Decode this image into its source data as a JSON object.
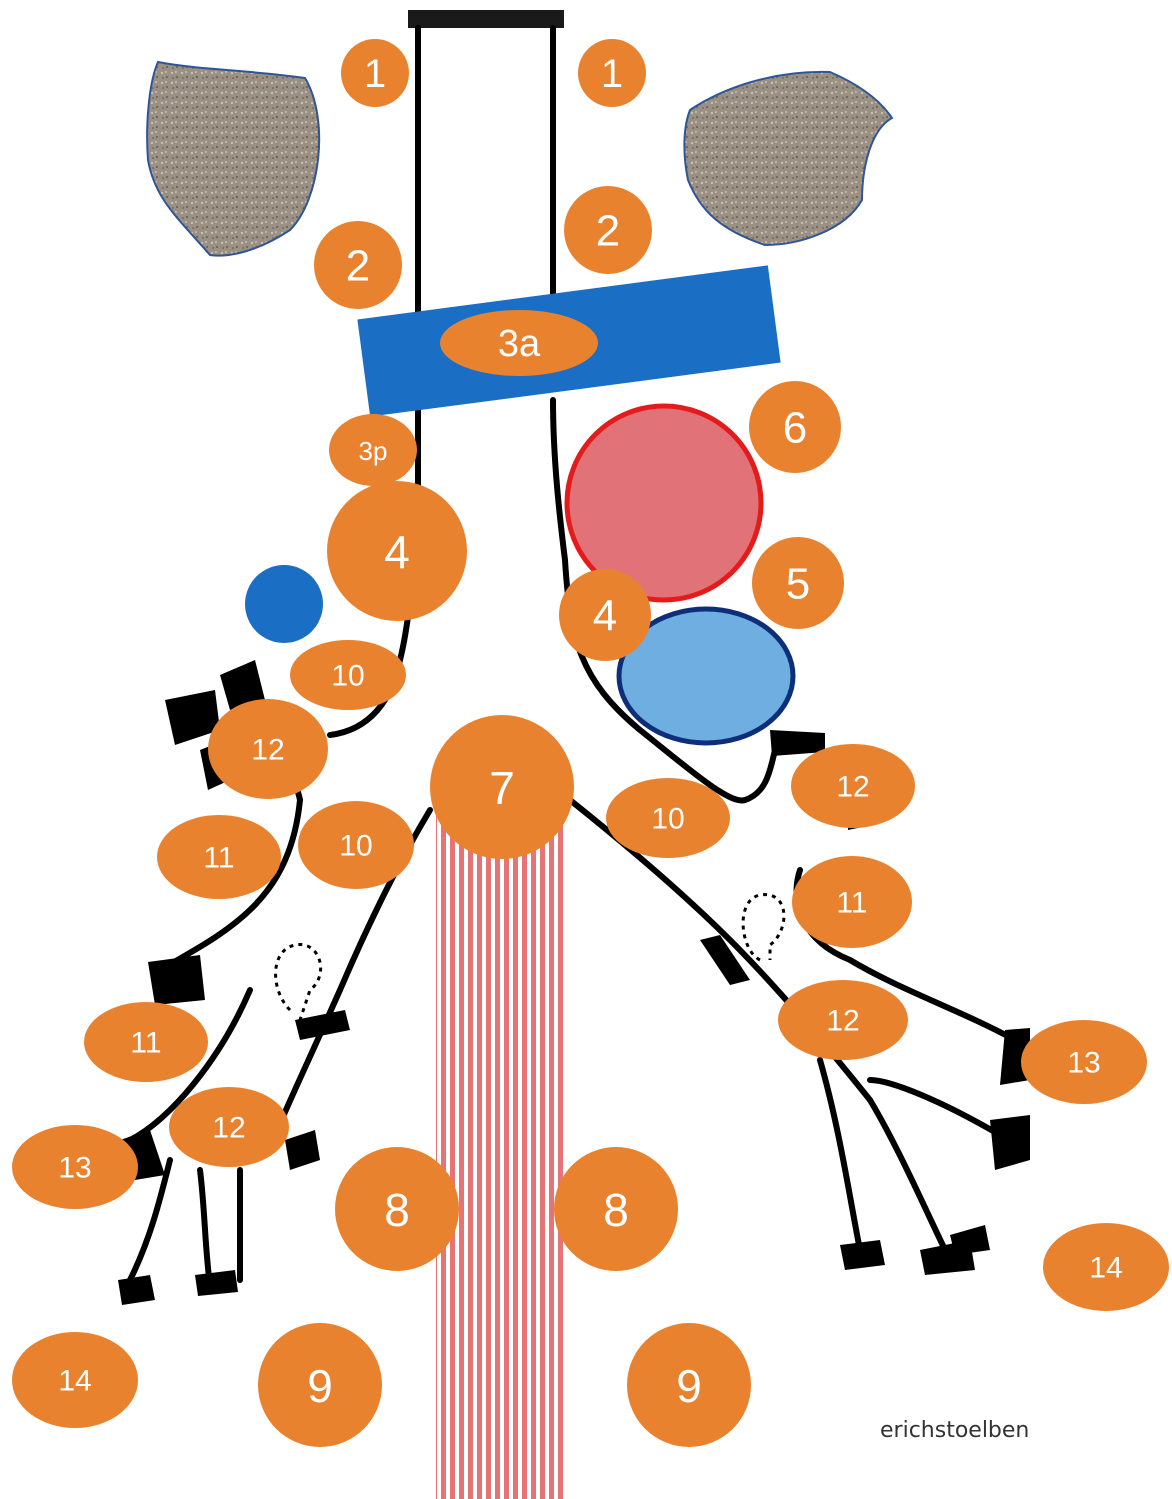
{
  "colors": {
    "node": "#e9822f",
    "node_text": "#ffffff",
    "airway": "#000000",
    "vessel_blue": "#1a6fc4",
    "aorta_fill": "#e07278",
    "aorta_stroke": "#e51b1b",
    "pa_fill": "#6faee0",
    "pa_stroke": "#0d2f7a",
    "esophagus_stripe": "#e57477",
    "clavicle": "#9a9083"
  },
  "nodes": [
    {
      "id": "n1-left",
      "label": "1"
    },
    {
      "id": "n1-right",
      "label": "1"
    },
    {
      "id": "n2-left",
      "label": "2"
    },
    {
      "id": "n2-right",
      "label": "2"
    },
    {
      "id": "n3a",
      "label": "3a"
    },
    {
      "id": "n3p",
      "label": "3p"
    },
    {
      "id": "n4-left",
      "label": "4"
    },
    {
      "id": "n4-right",
      "label": "4"
    },
    {
      "id": "n5",
      "label": "5"
    },
    {
      "id": "n6",
      "label": "6"
    },
    {
      "id": "n7",
      "label": "7"
    },
    {
      "id": "n8-left",
      "label": "8"
    },
    {
      "id": "n8-right",
      "label": "8"
    },
    {
      "id": "n9-left",
      "label": "9"
    },
    {
      "id": "n9-right",
      "label": "9"
    },
    {
      "id": "n10-left-upper",
      "label": "10"
    },
    {
      "id": "n10-left-lower",
      "label": "10"
    },
    {
      "id": "n10-right",
      "label": "10"
    },
    {
      "id": "n11-left-upper",
      "label": "11"
    },
    {
      "id": "n11-left-lower",
      "label": "11"
    },
    {
      "id": "n11-right",
      "label": "11"
    },
    {
      "id": "n12-left-upper",
      "label": "12"
    },
    {
      "id": "n12-left-lower",
      "label": "12"
    },
    {
      "id": "n12-right-upper",
      "label": "12"
    },
    {
      "id": "n12-right-lower",
      "label": "12"
    },
    {
      "id": "n13-left",
      "label": "13"
    },
    {
      "id": "n13-right",
      "label": "13"
    },
    {
      "id": "n14-left",
      "label": "14"
    },
    {
      "id": "n14-right",
      "label": "14"
    }
  ],
  "credit": "erichstoelben"
}
